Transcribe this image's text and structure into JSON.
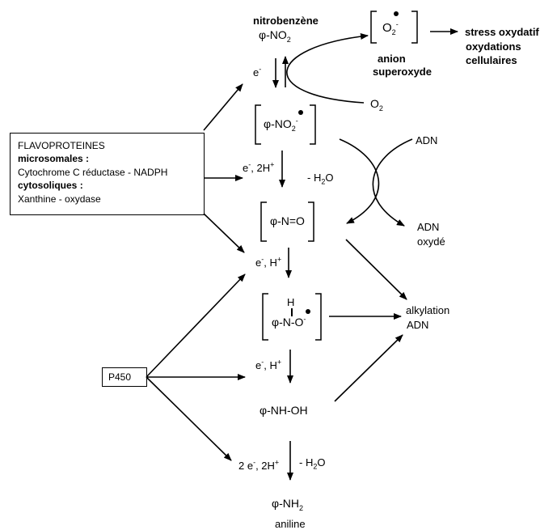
{
  "flavo_box": {
    "line1": "FLAVOPROTEINES",
    "line2": "microsomales :",
    "line3": "Cytochrome C réductase - NADPH",
    "line4": "cytosoliques :",
    "line5": "Xanthine - oxydase"
  },
  "p450_label": "P450",
  "compounds": {
    "nitrobenzene_name": "nitrobenzène",
    "nitrobenzene_formula": "φ-NO",
    "nitrobenzene_sub": "2",
    "radical_anion_formula": "φ-NO",
    "radical_anion_sub": "2",
    "radical_anion_sup": "-",
    "nitroso_formula": "φ-N=O",
    "hydroxylamine_radical_h": "H",
    "hydroxylamine_radical_formula": "φ-N-O",
    "hydroxylamine_radical_sup": "-",
    "hydroxylamine": "φ-NH-OH",
    "aniline_formula": "φ-NH",
    "aniline_sub": "2",
    "aniline_name": "aniline"
  },
  "superoxide": {
    "formula": "O",
    "sub": "2",
    "sup": "-",
    "label_line1": "anion",
    "label_line2": "superoxyde",
    "o2": "O",
    "o2_sub": "2"
  },
  "effects": {
    "line1": "stress  oxydatif",
    "line2": "oxydations",
    "line3": "cellulaires"
  },
  "dna": {
    "adn_top": "ADN",
    "adn_oxide_line1": "ADN",
    "adn_oxide_line2": "oxydé"
  },
  "alkylation": {
    "line1": "alkylation",
    "line2": "ADN"
  },
  "steps": {
    "e1": "e",
    "e1_sup": "-",
    "e2": "e",
    "e2_sup": "-",
    "e2_rest": ", 2H",
    "e2_plus": "+",
    "minus_h2o_1": "- H",
    "minus_h2o_1_sub": "2",
    "minus_h2o_1_o": "O",
    "e3": "e",
    "e3_sup": "-",
    "e3_rest": ", H",
    "e3_plus": "+",
    "e4": "e",
    "e4_sup": "-",
    "e4_rest": ", H",
    "e4_plus": "+",
    "e5_pre": "2 e",
    "e5_sup": "-",
    "e5_rest": ", 2H",
    "e5_plus": "+",
    "minus_h2o_2": "- H",
    "minus_h2o_2_sub": "2",
    "minus_h2o_2_o": "O"
  }
}
